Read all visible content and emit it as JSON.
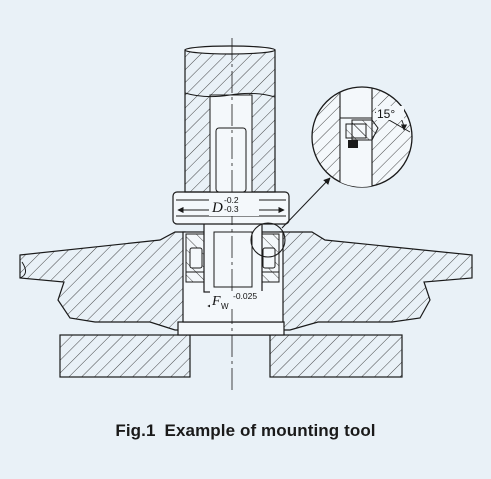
{
  "figure": {
    "caption_number": "Fig.1",
    "caption_text": "Example of mounting tool",
    "label_D": "D",
    "label_D_upper_tol": "-0.2",
    "label_D_lower_tol": "-0.3",
    "label_F": "F",
    "label_F_subscript": "W",
    "label_F_tol": "-0.025",
    "label_angle": "15°"
  },
  "colors": {
    "background": "#e9f1f7",
    "line": "#1a1a1a",
    "part_fill": "#f4f8fb"
  }
}
